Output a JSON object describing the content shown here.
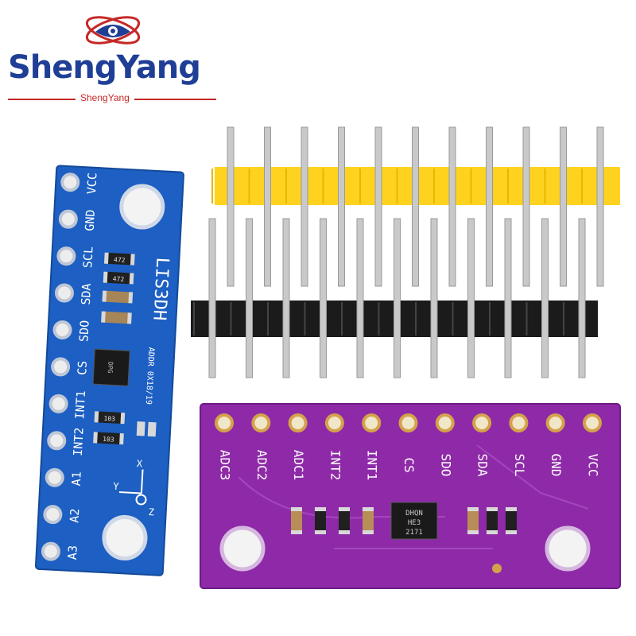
{
  "logo": {
    "brand": "ShengYang",
    "sub": "ShengYang",
    "icon": "eye-orbit-icon"
  },
  "blue_board": {
    "color": "#1d5fc2",
    "pins": [
      "VCC",
      "GND",
      "SCL",
      "SDA",
      "SDO",
      "CS",
      "INT1",
      "INT2",
      "A1",
      "A2",
      "A3"
    ],
    "model": "LIS3DH",
    "address_label": "ADDR 0X18/19",
    "resistors": [
      "472",
      "472",
      "103",
      "103"
    ],
    "axis_x": "X",
    "axis_y": "Y",
    "axis_z": "Z"
  },
  "purple_board": {
    "color": "#8e2aa8",
    "pins": [
      "ADC3",
      "ADC2",
      "ADC1",
      "INT2",
      "INT1",
      "CS",
      "SDO",
      "SDA",
      "SCL",
      "GND",
      "VCC"
    ],
    "chip_text": [
      "DHQN",
      "HE3",
      "2171"
    ]
  },
  "header_pins": {
    "yellow_color": "#ffd21f",
    "black_color": "#1b1b1b",
    "count": 11
  }
}
